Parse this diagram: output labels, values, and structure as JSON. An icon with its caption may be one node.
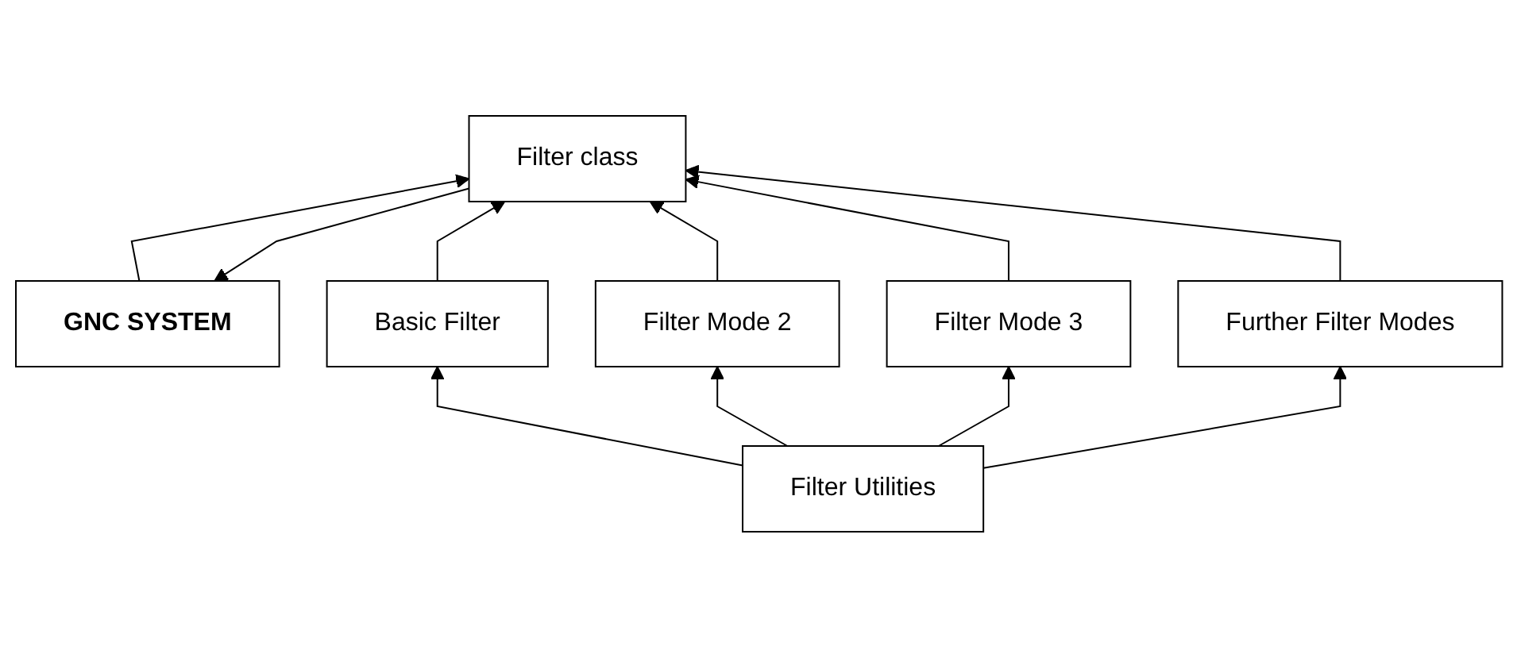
{
  "diagram": {
    "nodes": [
      {
        "text": [
          "GNC SYSTEM"
        ]
      },
      {
        "text": [
          "Filter class"
        ]
      },
      {
        "text": [
          "Basic Filter"
        ]
      },
      {
        "text": [
          "Filter Mode 2"
        ]
      },
      {
        "text": [
          "Filter Mode 3"
        ]
      },
      {
        "text": [
          "Further Filter Modes"
        ]
      },
      {
        "text": [
          "Filter Utilities"
        ]
      }
    ],
    "edges": [
      {
        "from": 0,
        "to": 1,
        "arrow": "to"
      },
      {
        "from": 1,
        "to": 0,
        "arrow": "to"
      },
      {
        "from": 2,
        "to": 1,
        "arrow": "to"
      },
      {
        "from": 3,
        "to": 1,
        "arrow": "to"
      },
      {
        "from": 4,
        "to": 1,
        "arrow": "to"
      },
      {
        "from": 5,
        "to": 1,
        "arrow": "to"
      },
      {
        "from": 6,
        "to": 2,
        "arrow": "to"
      },
      {
        "from": 6,
        "to": 3,
        "arrow": "to"
      },
      {
        "from": 6,
        "to": 4,
        "arrow": "to"
      },
      {
        "from": 6,
        "to": 5,
        "arrow": "to"
      }
    ]
  }
}
